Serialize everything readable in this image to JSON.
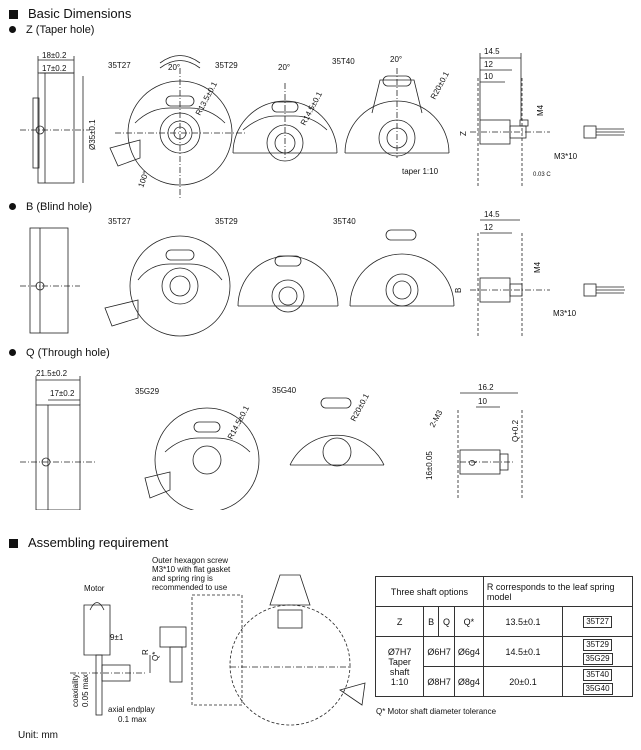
{
  "section1": {
    "title": "Basic Dimensions"
  },
  "sub_z": {
    "label": "Z (Taper hole)"
  },
  "sub_b": {
    "label": "B (Blind hole)"
  },
  "sub_q": {
    "label": "Q (Through hole)"
  },
  "section2": {
    "title": "Assembling requirement"
  },
  "z_dims": {
    "d1": "18±0.2",
    "d2": "17±0.2",
    "d3": "Ø35±0.1",
    "m1": "35T27",
    "m2": "35T29",
    "m3": "35T40",
    "r1": "R13.5±0.1",
    "r2": "R14.5±0.1",
    "r3": "R20±0.1",
    "angle": "20°",
    "angle100": "100°",
    "s1": "14.5",
    "s2": "12",
    "s3": "10",
    "m4": "M4",
    "z": "Z",
    "screw": "M3*10",
    "taper": "taper 1:10",
    "tol": "0.03 C"
  },
  "b_dims": {
    "m1": "35T27",
    "m2": "35T29",
    "m3": "35T40",
    "s1": "14.5",
    "s2": "12",
    "m4": "M4",
    "b": "B",
    "screw": "M3*10"
  },
  "q_dims": {
    "d1": "21.5±0.2",
    "d2": "17±0.2",
    "m1": "35G29",
    "m2": "35G40",
    "r1": "R14.5±0.1",
    "r2": "R20±0.1",
    "s1": "16.2",
    "s2": "10",
    "m3": "2-M3",
    "q": "Q",
    "qtol": "Q+0.2",
    "h": "16±0.05"
  },
  "assembly": {
    "motor": "Motor",
    "coaxiality": "coaxiality",
    "coax_val": "0.05 max",
    "dim_91": "9±1",
    "r": "R",
    "q": "Q*",
    "endplay1": "axial endplay",
    "endplay2": "0.1 max",
    "screw_note": [
      "Outer hexagon screw",
      "M3*10 with flat gasket",
      "and spring ring is",
      "recommended to use"
    ]
  },
  "options_table": {
    "header_main": "Three shaft options",
    "header_r": "R corresponds to the leaf spring model",
    "col_z": "Z",
    "col_b": "B",
    "col_q": "Q",
    "col_qs": "Q*",
    "r1_val": "13.5±0.1",
    "r1_tag": "35T27",
    "z_val": "Ø7H7",
    "z_sub1": "Taper shaft",
    "z_sub2": "1:10",
    "b_val": "Ø6H7",
    "qs1": "Ø6g4",
    "r2_val": "14.5±0.1",
    "r2_tag1": "35T29",
    "r2_tag2": "35G29",
    "q_val": "Ø8H7",
    "qs2": "Ø8g4",
    "r3_val": "20±0.1",
    "r3_tag1": "35T40",
    "r3_tag2": "35G40"
  },
  "footnote": "Q* Motor shaft diameter tolerance",
  "unit": "Unit: mm"
}
